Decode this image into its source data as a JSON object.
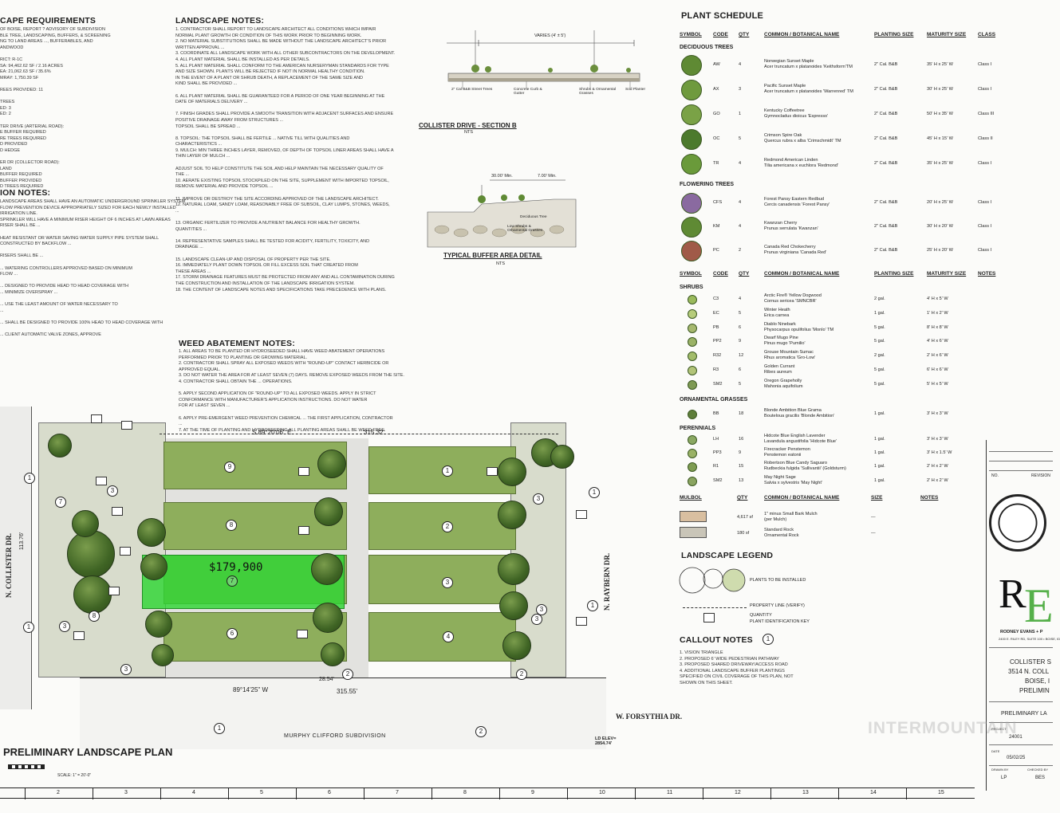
{
  "landscape_requirements": {
    "title": "CAPE REQUIREMENTS",
    "lines": [
      "OF BOISE, REPORT ? ADVISORY OF SUBDIVISION",
      "BLE TREE, LANDSCAPING, BUFFERS, & SCREENING",
      "NG TO LAND AREAS ..., BUFFERABLES, AND",
      "ANDWOOD",
      "",
      "RICT: R-1C",
      "SA: 94,462.62 SF / 2.16 ACRES",
      "EA: 21,062.63 SF / 35.6%",
      "MRAY: 1,750.39 SF",
      "",
      "REES PROVIDED: 11",
      "",
      "TREES",
      "ED: 3",
      "ED: 2",
      "",
      "TER DRIVE (ARTERIAL ROAD):",
      "E BUFFER REQUIRED",
      "RE TREES REQUIRED",
      "D PROVIDED",
      "D HEDGE",
      "",
      "ER DR (COLLECTOR ROAD):",
      "LAND",
      "BUFFER REQUIRED",
      "BUFFER PROVIDED",
      "D TREES REQUIRED"
    ]
  },
  "irrigation_notes": {
    "title": "ION NOTES:",
    "lines": [
      "LANDSCAPE AREAS SHALL HAVE AN AUTOMATIC UNDERGROUND SPRINKLER SYSTEM",
      "FLOW PREVENTION DEVICE APPROPRIATELY SIZED FOR EACH NEWLY INSTALLED",
      "IRRIGATION LINE.",
      "SPRINKLER WILL HAVE A MINIMUM RISER HEIGHT OF 6 INCHES AT LAWN AREAS",
      "RISER SHALL BE ...",
      "",
      "HEAT RESISTANT OR WATER SAVING WATER SUPPLY PIPE SYSTEM SHALL",
      "CONSTRUCTED BY BACKFLOW ...",
      "",
      "RISERS SHALL BE ...",
      "",
      "... WATERING CONTROLLERS APPROVED BASED ON MINIMUM",
      "FLOW ...",
      "",
      "... DESIGNED TO PROVIDE HEAD TO HEAD COVERAGE WITH",
      "... MINIMIZE OVERSPRAY ...",
      "",
      "... USE THE LEAST AMOUNT OF WATER NECESSARY TO",
      "...",
      "",
      "... SHALL BE DESIGNED TO PROVIDE 100% HEAD TO HEAD COVERAGE WITH",
      "",
      "... CLIENT AUTOMATIC VALVE ZONES, APPROVE"
    ]
  },
  "landscape_notes": {
    "title": "LANDSCAPE NOTES:",
    "lines": [
      "1. CONTRACTOR SHALL REPORT TO LANDSCAPE ARCHITECT ALL CONDITIONS WHICH IMPAIR",
      "NORMAL PLANT GROWTH OR CONDITION OF THIS WORK PRIOR TO BEGINNING WORK.",
      "2. NO MATERIAL SUBSTITUTIONS SHALL BE MADE WITHOUT THE LANDSCAPE ARCHITECT'S PRIOR",
      "WRITTEN APPROVAL ...",
      "3. COORDINATE ALL LANDSCAPE WORK WITH ALL OTHER SUBCONTRACTORS ON THE DEVELOPMENT.",
      "4. ALL PLANT MATERIAL SHALL BE INSTALLED AS PER DETAILS.",
      "5. ALL PLANT MATERIAL SHALL CONFORM TO THE AMERICAN NURSERYMAN STANDARDS FOR TYPE",
      "AND SIZE SHOWN. PLANTS WILL BE REJECTED IF NOT IN NORMAL HEALTHY CONDITION.",
      "IN THE EVENT OF A PLANT OR SHRUB DEATH, A REPLACEMENT OF THE SAME SIZE AND",
      "KIND SHALL BE PROVIDED ...",
      "",
      "6. ALL PLANT MATERIAL SHALL BE GUARANTEED FOR A PERIOD OF ONE YEAR BEGINNING AT THE",
      "DATE OF MATERIALS DELIVERY ...",
      "",
      "7. FINISH GRADES SHALL PROVIDE A SMOOTH TRANSITION WITH ADJACENT SURFACES AND ENSURE",
      "POSITIVE DRAINAGE AWAY FROM STRUCTURES ...",
      "TOPSOIL SHALL BE SPREAD ...",
      "",
      "8. TOPSOIL: THE TOPSOIL SHALL BE FERTILE ... NATIVE TILL WITH QUALITIES AND",
      "CHARACTERISTICS ...",
      "9. MULCH: MIN THREE INCHES LAYER, REMOVED, OF DEPTH OF TOPSOIL LINER AREAS SHALL HAVE A",
      "THIN LAYER OF MULCH ...",
      "",
      "ADJUST SOIL TO HELP CONSTITUTE THE SOIL AND HELP MAINTAIN THE NECESSARY QUALITY OF",
      "THE ...",
      "10. AERATE EXISTING TOPSOIL STOCKPILED ON THE SITE, SUPPLEMENT WITH IMPORTED TOPSOIL,",
      "REMOVE MATERIAL AND PROVIDE TOPSOIL ...",
      "",
      "11. IMPROVE OR DESTROY THE SITE ACCORDING APPROVED OF THE LANDSCAPE ARCHITECT.",
      "12. NATURAL LOAM, SANDY LOAM, REASONABLY FREE OF SUBSOIL, CLAY LUMPS, STONES, WEEDS,",
      "...",
      "",
      "13. ORGANIC FERTILIZER TO PROVIDE A NUTRIENT BALANCE FOR HEALTHY GROWTH.",
      "QUANTITIES ...",
      "",
      "14. REPRESENTATIVE SAMPLES SHALL BE TESTED FOR ACIDITY, FERTILITY, TOXICITY, AND",
      "DRAINAGE ...",
      "",
      "15. LANDSCAPE CLEAN-UP AND DISPOSAL OF PROPERTY PER THE SITE.",
      "16. IMMEDIATELY PLANT DOWN TOPSOIL OR FILL EXCESS SOIL THAT CREATED FROM",
      "THESE AREAS ...",
      "17. STORM DRAINAGE FEATURES MUST BE PROTECTED FROM ANY AND ALL CONTAMINATION DURING",
      "THE CONSTRUCTION AND INSTALLATION OF THE LANDSCAPE IRRIGATION SYSTEM.",
      "18. THE CONTENT OF LANDSCAPE NOTES AND SPECIFICATIONS TAKE PRECEDENCE WITH PLANS."
    ]
  },
  "weed_notes": {
    "title": "WEED ABATEMENT NOTES:",
    "lines": [
      "1. ALL AREAS TO BE PLANTED OR HYDROSEEDED SHALL HAVE WEED ABATEMENT OPERATIONS",
      "PERFORMED PRIOR TO PLANTING OR GROWING MATERIAL.",
      "2. CONTRACTOR SHALL SPRAY ALL EXPOSED WEEDS WITH \"ROUND-UP\" CONTACT HERBICIDE OR",
      "APPROVED EQUAL.",
      "3. DO NOT WATER THE AREA FOR AT LEAST SEVEN (7) DAYS. REMOVE EXPOSED WEEDS FROM THE SITE.",
      "4. CONTRACTOR SHALL OBTAIN THE ... OPERATIONS.",
      "",
      "5. APPLY SECOND APPLICATION OF \"ROUND-UP\" TO ALL EXPOSED WEEDS. APPLY IN STRICT",
      "CONFORMANCE WITH MANUFACTURER'S APPLICATION INSTRUCTIONS. DO NOT WATER",
      "FOR AT LEAST SEVEN ...",
      "",
      "6. APPLY PRE-EMERGENT WEED PREVENTION CHEMICAL ... THE FIRST APPLICATION, CONTRACTOR",
      "...",
      "7. AT THE TIME OF PLANTING AND HYDROSEEDING ALL PLANTING AREAS SHALL BE WEED FREE."
    ]
  },
  "section_b": {
    "title": "COLLISTER DRIVE - SECTION B",
    "scale": "NTS",
    "dim": "VARIES (4' ± 5')",
    "labels": [
      "2\" Cal B&B Street Trees",
      "Concrete Curb & Gutter",
      "Shrubs & Ornamental Grasses",
      "Sod Planter"
    ]
  },
  "buffer_detail": {
    "title": "TYPICAL BUFFER AREA DETAIL",
    "scale": "NTS",
    "dim1": "30.00' Min.",
    "dim2": "7.00' Min.",
    "labels": [
      "Deciduous Tree",
      "Low Shrubs & Ornamental Grasses"
    ]
  },
  "plant_schedule": {
    "title": "PLANT SCHEDULE",
    "columns": [
      "SYMBOL",
      "CODE",
      "QTY",
      "COMMON / BOTANICAL NAME",
      "PLANTING SIZE",
      "MATURITY SIZE",
      "CLASS"
    ],
    "deciduous_label": "DECIDUOUS TREES",
    "deciduous": [
      {
        "code": "AW",
        "qty": "4",
        "common": "Norwegian Sunset Maple",
        "botanical": "Acer truncatum x platanoides 'Keithsform'TM",
        "size": "2\" Cal. B&B",
        "maturity": "35' H x 25' W",
        "class": "Class I",
        "color": "#5f8a34"
      },
      {
        "code": "AX",
        "qty": "3",
        "common": "Pacific Sunset Maple",
        "botanical": "Acer truncatum x platanoides 'Warrenred' TM",
        "size": "2\" Cal. B&B",
        "maturity": "30' H x 25' W",
        "class": "Class I",
        "color": "#6f9a3e"
      },
      {
        "code": "GO",
        "qty": "1",
        "common": "Kentucky Coffeetree",
        "botanical": "Gymnocladus dioicus 'Espresso'",
        "size": "2\" Cal. B&B",
        "maturity": "50' H x 35' W",
        "class": "Class III",
        "color": "#7aa246"
      },
      {
        "code": "OC",
        "qty": "5",
        "common": "Crimson Spire Oak",
        "botanical": "Quercus rubra x alba 'Crimschmidt' TM",
        "size": "2\" Cal. B&B",
        "maturity": "45' H x 15' W",
        "class": "Class II",
        "color": "#4c7a2c"
      },
      {
        "code": "TR",
        "qty": "4",
        "common": "Redmond American Linden",
        "botanical": "Tilia americana x euchlora 'Redmond'",
        "size": "2\" Cal. B&B",
        "maturity": "35' H x 25' W",
        "class": "Class I",
        "color": "#6a9a3a"
      }
    ],
    "flowering_label": "FLOWERING TREES",
    "flowering": [
      {
        "code": "CFS",
        "qty": "4",
        "common": "Forest Pansy Eastern Redbud",
        "botanical": "Cercis canadensis 'Forest Pansy'",
        "size": "2\" Cal. B&B",
        "maturity": "20' H x 25' W",
        "class": "Class I",
        "color": "#8a6aa0"
      },
      {
        "code": "KM",
        "qty": "4",
        "common": "Kwanzan Cherry",
        "botanical": "Prunus serrulata 'Kwanzan'",
        "size": "2\" Cal. B&B",
        "maturity": "30' H x 20' W",
        "class": "Class I",
        "color": "#5f8a34"
      },
      {
        "code": "PC",
        "qty": "2",
        "common": "Canada Red Chokecherry",
        "botanical": "Prunus virginiana 'Canada Red'",
        "size": "2\" Cal. B&B",
        "maturity": "25' H x 20' W",
        "class": "Class I",
        "color": "#a05a48"
      }
    ],
    "columns2": [
      "SYMBOL",
      "CODE",
      "QTY",
      "COMMON / BOTANICAL NAME",
      "PLANTING SIZE",
      "MATURITY SIZE",
      "NOTES"
    ],
    "shrubs_label": "SHRUBS",
    "shrubs": [
      {
        "code": "C3",
        "qty": "4",
        "common": "Arctic Fire® Yellow Dogwood",
        "botanical": "Cornus sericea 'SMNCBR'",
        "size": "2 gal.",
        "maturity": "4' H x 5' W",
        "color": "#9aba5c"
      },
      {
        "code": "EC",
        "qty": "5",
        "common": "Winter Heath",
        "botanical": "Erica carnea",
        "size": "1 gal.",
        "maturity": "1' H x 2' W",
        "color": "#b6cc7a"
      },
      {
        "code": "PB",
        "qty": "6",
        "common": "Diablo Ninebark",
        "botanical": "Physocarpus opulifolius 'Monlo' TM",
        "size": "5 gal.",
        "maturity": "8' H x 8' W",
        "color": "#a6b86e"
      },
      {
        "code": "PP2",
        "qty": "9",
        "common": "Dwarf Mugo Pine",
        "botanical": "Pinus mugo 'Pumilio'",
        "size": "5 gal.",
        "maturity": "4' H x 6' W",
        "color": "#9ab266"
      },
      {
        "code": "R32",
        "qty": "12",
        "common": "Grouse Mountain Sumac",
        "botanical": "Rhus aromatica 'Gro-Low'",
        "size": "2 gal.",
        "maturity": "2' H x 6' W",
        "color": "#a2bc6a"
      },
      {
        "code": "R3",
        "qty": "6",
        "common": "Golden Currant",
        "botanical": "Ribes aureum",
        "size": "5 gal.",
        "maturity": "6' H x 6' W",
        "color": "#b2c478"
      },
      {
        "code": "SM2",
        "qty": "5",
        "common": "Oregon Grapeholly",
        "botanical": "Mahonia aquifolium",
        "size": "5 gal.",
        "maturity": "5' H x 5' W",
        "color": "#7e9a54"
      }
    ],
    "grasses_label": "ORNAMENTAL GRASSES",
    "grasses": [
      {
        "code": "BB",
        "qty": "18",
        "common": "Blonde Ambition Blue Grama",
        "botanical": "Bouteloua gracilis 'Blonde Ambition'",
        "size": "1 gal.",
        "maturity": "3' H x 3' W",
        "color": "#5e7e3a"
      }
    ],
    "perennials_label": "PERENNIALS",
    "perennials": [
      {
        "code": "LH",
        "qty": "16",
        "common": "Hidcote Blue English Lavender",
        "botanical": "Lavandula angustifolia 'Hidcote Blue'",
        "size": "1 gal.",
        "maturity": "3' H x 3' W",
        "color": "#8aa862"
      },
      {
        "code": "PP3",
        "qty": "9",
        "common": "Firecracker Penstemon",
        "botanical": "Penstemon eatonii",
        "size": "1 gal.",
        "maturity": "3' H x 1.5' W",
        "color": "#9ab266"
      },
      {
        "code": "R1",
        "qty": "15",
        "common": "Robertson Blue Candy Saguaro",
        "botanical": "Rudbeckia fulgida 'Sullivantii' (Goldsturm)",
        "size": "1 gal.",
        "maturity": "2' H x 2' W",
        "color": "#7e9c52"
      },
      {
        "code": "SM2",
        "qty": "13",
        "common": "May Night Sage",
        "botanical": "Salvia x sylvestris 'May Night'",
        "size": "1 gal.",
        "maturity": "2' H x 2' W",
        "color": "#8aa460"
      }
    ],
    "mulch_columns": [
      "MULBOL",
      "QTY",
      "COMMON / BOTANICAL NAME",
      "SIZE",
      "NOTES"
    ],
    "mulch": [
      {
        "qty": "4,617 sf",
        "name": "1\" minus Small Bark Mulch",
        "sub": "(per Mulch)",
        "size": "—",
        "color": "#d9bfa0"
      },
      {
        "qty": "180 sf",
        "name": "Standard Rock",
        "sub": "Ornamental Rock",
        "size": "—",
        "color": "#c9c5b8"
      }
    ]
  },
  "legend": {
    "title": "LANDSCAPE LEGEND",
    "plants": "PLANTS TO BE INSTALLED",
    "property": "PROPERTY LINE (VERIFY)",
    "quantity": "QUANTITY",
    "key": "PLANT IDENTIFICATION KEY"
  },
  "callout_notes": {
    "title": "CALLOUT NOTES",
    "symbol": "1",
    "lines": [
      "1.  VISION TRIANGLE",
      "2.  PROPOSED 6' WIDE PEDESTRIAN PATHWAY",
      "3.  PROPOSED SHARED DRIVEWAY/ACCESS ROAD",
      "4.  ADDITIONAL LANDSCAPE BUFFER PLANTINGS",
      "     SPECIFIED ON CIVIL COVERAGE OF THIS PLAN, NOT",
      "     SHOWN ON THIS SHEET."
    ]
  },
  "plan": {
    "title": "PRELIMINARY LANDSCAPE PLAN",
    "scale_label": "SCALE:    1\" = 20'-0\"",
    "bearing_top": "S 89°20'06\" E",
    "dist_top": "315.32'",
    "bearing_bottom": "89°14'25\" W",
    "dist_bottom": "315.55'",
    "dist_b2": "28.54'",
    "street_west": "N. COLLISTER DR.",
    "street_east": "N. RAYBERN DR.",
    "street_south": "W. FORSYTHIA DR.",
    "subdivision": "MURPHY CLIFFORD SUBDIVISION",
    "ld_elev": "LD ELEV=\n2854.74'",
    "dim_west": "113.76'",
    "price": "$179,900",
    "lots_left": [
      "9",
      "8",
      "7",
      "6"
    ],
    "lots_right": [
      "1",
      "2",
      "3",
      "4"
    ],
    "bottom_lots": [
      "1",
      "2"
    ]
  },
  "title_block": {
    "revision": "REVISION",
    "no": "NO.",
    "company": "RODNEY EVANS + P",
    "company_sub": "2400 E. RILEY RD, SUITE 100 • BOISE, ID",
    "project_name": [
      "COLLISTER S",
      "3514 N. COLL",
      "BOISE, I",
      "PRELIMIN"
    ],
    "sheet_title": "PRELIMINARY LA",
    "project_label": "PROJECT",
    "project_no": "24001",
    "date_label": "DATE",
    "date": "05/02/25",
    "drawn_label": "DRAWN BY",
    "drawn": "LP",
    "checked_label": "CHECKED BY",
    "checked": "BES",
    "watermark": "INTERMOUNTAIN"
  },
  "grid": [
    "2",
    "3",
    "4",
    "5",
    "6",
    "7",
    "8",
    "9",
    "10",
    "11",
    "12",
    "13",
    "14",
    "15"
  ],
  "colors": {
    "lawn": "#8eae5c",
    "tree": "#3f6424",
    "highlight": "#37d43a",
    "paving": "#e2e2df"
  }
}
